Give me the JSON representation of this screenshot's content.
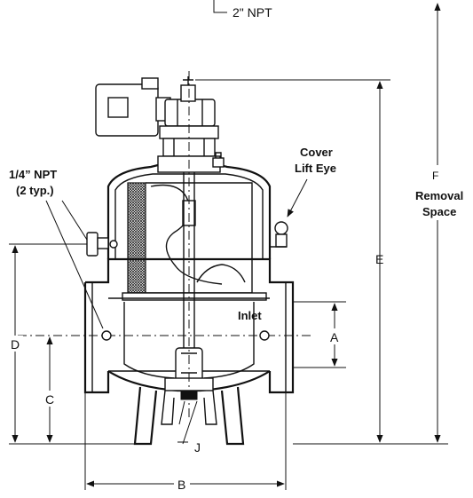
{
  "diagram": {
    "labels": {
      "top_npt": "2\" NPT",
      "side_npt_line1": "1/4” NPT",
      "side_npt_line2": "(2 typ.)",
      "cover_line1": "Cover",
      "cover_line2": "Lift Eye",
      "removal_letter": "F",
      "removal_line1": "Removal",
      "removal_line2": "Space",
      "inlet": "Inlet",
      "dim_a": "A",
      "dim_b": "B",
      "dim_c": "C",
      "dim_d": "D",
      "dim_e": "E",
      "dim_j": "J"
    }
  }
}
